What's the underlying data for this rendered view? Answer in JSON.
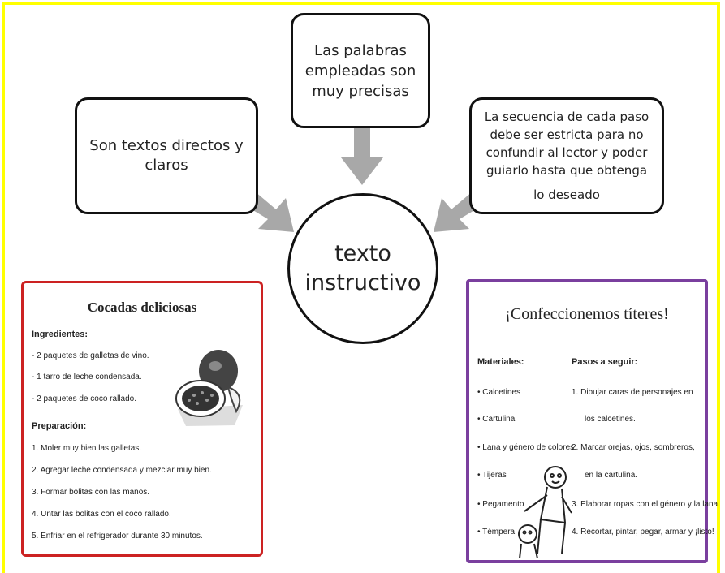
{
  "boxes": {
    "left": "Son textos directos y claros",
    "top": "Las palabras empleadas son muy precisas",
    "right_line1": "La secuencia de cada paso debe ser estricta para no confundir al lector y poder guiarlo hasta que obtenga",
    "right_line2": "lo deseado"
  },
  "center": {
    "line1": "texto",
    "line2": "instructivo"
  },
  "recipe": {
    "title": "Cocadas deliciosas",
    "ingredients_heading": "Ingredientes:",
    "ingredients": [
      "- 2 paquetes de galletas de vino.",
      "- 1 tarro de leche condensada.",
      "- 2 paquetes de coco rallado."
    ],
    "preparation_heading": "Preparación:",
    "steps": [
      "1.  Moler muy bien las galletas.",
      "2.  Agregar leche condensada y mezclar muy bien.",
      "3.  Formar bolitas con las manos.",
      "4.  Untar las bolitas con el coco rallado.",
      "5.  Enfriar en el refrigerador durante 30 minutos."
    ]
  },
  "puppets": {
    "title": "¡Confeccionemos títeres!",
    "materials_heading": "Materiales:",
    "materials": [
      "• Calcetines",
      "• Cartulina",
      "• Lana y género de colores",
      "• Tijeras",
      "• Pegamento",
      "• Témpera"
    ],
    "steps_heading": "Pasos a seguir:",
    "steps": [
      "1. Dibujar caras de personajes en",
      "los calcetines.",
      "2. Marcar orejas, ojos, sombreros,",
      "en la cartulina.",
      "3. Elaborar ropas con el género y la lana.",
      "4. Recortar, pintar, pegar, armar y ¡listo!"
    ]
  },
  "colors": {
    "frame": "#ffff00",
    "recipe_border": "#cc2222",
    "puppets_border": "#7a3f9e",
    "arrow": "#a8a8a8"
  },
  "icons": [
    "fruit-illustration",
    "puppet-illustration"
  ]
}
